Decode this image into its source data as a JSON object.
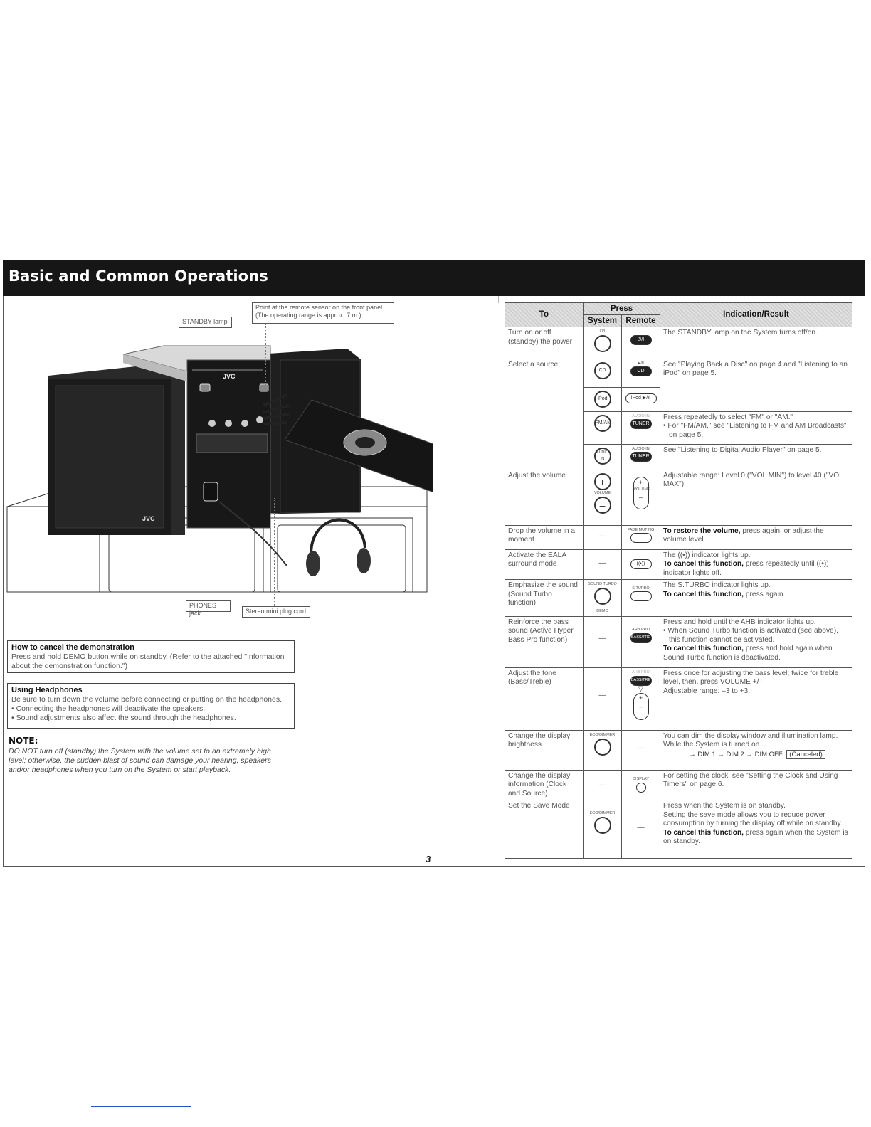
{
  "header": {
    "title": "Basic and Common Operations"
  },
  "callouts": {
    "remote_sensor": "Point at the remote sensor on the front panel. (The operating range is approx. 7 m.)",
    "standby_lamp": "STANDBY lamp",
    "phones_jack": "PHONES jack",
    "stereo_cord": "Stereo mini plug cord"
  },
  "illustration": {
    "brand": "JVC"
  },
  "demo_box": {
    "title": "How to cancel the demonstration",
    "text": "Press and hold DEMO button while on standby. (Refer to the attached \"Information about the demonstration function.\")"
  },
  "headphones_box": {
    "title": "Using Headphones",
    "text": "Be sure to turn down the volume before connecting or putting on the headphones.",
    "bullets": [
      "Connecting the headphones will deactivate the speakers.",
      "Sound adjustments also affect the sound through the headphones."
    ]
  },
  "note": {
    "title": "NOTE:",
    "text": "DO NOT turn off (standby) the System with the volume set to an extremely high level; otherwise, the sudden blast of sound can damage your hearing, speakers and/or headphones when you turn on the System or start playback."
  },
  "page_number": "3",
  "table": {
    "headers": {
      "to": "To",
      "press": "Press",
      "system": "System",
      "remote": "Remote",
      "result": "Indication/Result"
    },
    "rows": [
      {
        "to": "Turn on or off (standby) the power",
        "system": "⏻/I",
        "remote": "⏻/I",
        "result": "The STANDBY lamp on the System turns off/on."
      },
      {
        "to": "Select a source",
        "system": "CD",
        "remote": "CD",
        "remote_top": "▶/II",
        "result": "See \"Playing Back a Disc\" on page 4 and \"Listening to an iPod\" on page 5."
      },
      {
        "system": "iPod",
        "remote": "iPod ▶/II"
      },
      {
        "system": "FM/AM",
        "remote": "TUNER",
        "remote_top": "AUDIO IN",
        "result": "Press repeatedly to select \"FM\" or \"AM.\"",
        "bullet": "For \"FM/AM,\" see \"Listening to FM and AM Broadcasts\" on page 5."
      },
      {
        "system": "AUDIO IN",
        "remote": "TUNER",
        "remote_top": "AUDIO IN",
        "result": "See \"Listening to Digital Audio Player\" on page 5."
      },
      {
        "to": "Adjust the volume",
        "system": "VOLUME",
        "remote": "VOLUME",
        "result": "Adjustable range: Level 0 (\"VOL MIN\") to level 40 (\"VOL MAX\")."
      },
      {
        "to": "Drop the volume in a moment",
        "system": "—",
        "remote": "FADE MUTING",
        "result_bold": "To restore the volume,",
        "result": " press again, or adjust the volume level."
      },
      {
        "to": "Activate the EALA surround mode",
        "system": "—",
        "remote": "((•))",
        "result": "The ((•)) indicator lights up.",
        "result_bold2": "To cancel this function,",
        "result2": " press repeatedly until ((•)) indicator lights off."
      },
      {
        "to": "Emphasize the sound (Sound Turbo function)",
        "system": "SOUND TURBO",
        "system_bottom": "DEMO",
        "remote": "S.TURBO",
        "result": "The S.TURBO indicator lights up.",
        "result_bold2": "To cancel this function,",
        "result2": " press again."
      },
      {
        "to": "Reinforce the bass sound (Active Hyper Bass Pro function)",
        "system": "—",
        "remote": "BASS/TRE",
        "remote_top": "AHB PRO",
        "result": "Press and hold until the AHB indicator lights up.",
        "bullet": "When Sound Turbo function is activated (see above), this function cannot be activated.",
        "result_bold2": "To cancel this function,",
        "result2": " press and hold again when Sound Turbo function is deactivated."
      },
      {
        "to": "Adjust the tone (Bass/Treble)",
        "system": "—",
        "remote": "BASS/TRE",
        "remote_top": "AHB PRO",
        "result": "Press once for adjusting the bass level; twice for treble level, then, press VOLUME +/–.",
        "result2": "Adjustable range: –3 to +3."
      },
      {
        "to": "Change the display brightness",
        "system": "ECO/DIMMER",
        "remote": "—",
        "result": "You can dim the display window and illumination lamp. While the System is turned on...",
        "dim": "→ DIM 1 → DIM 2 → DIM OFF",
        "dim_cancel": "(Canceled)"
      },
      {
        "to": "Change the display information (Clock and Source)",
        "system": "—",
        "remote": "DISPLAY",
        "result": "For setting the clock, see \"Setting the Clock and Using Timers\" on page 6."
      },
      {
        "to": "Set the Save Mode",
        "system": "ECO/DIMMER",
        "remote": "—",
        "result": "Press when the System is on standby.",
        "result2": "Setting the save mode allows you to reduce power consumption by turning the display off while on standby.",
        "result_bold3": "To cancel this function,",
        "result3": " press again when the System is on standby."
      }
    ]
  }
}
